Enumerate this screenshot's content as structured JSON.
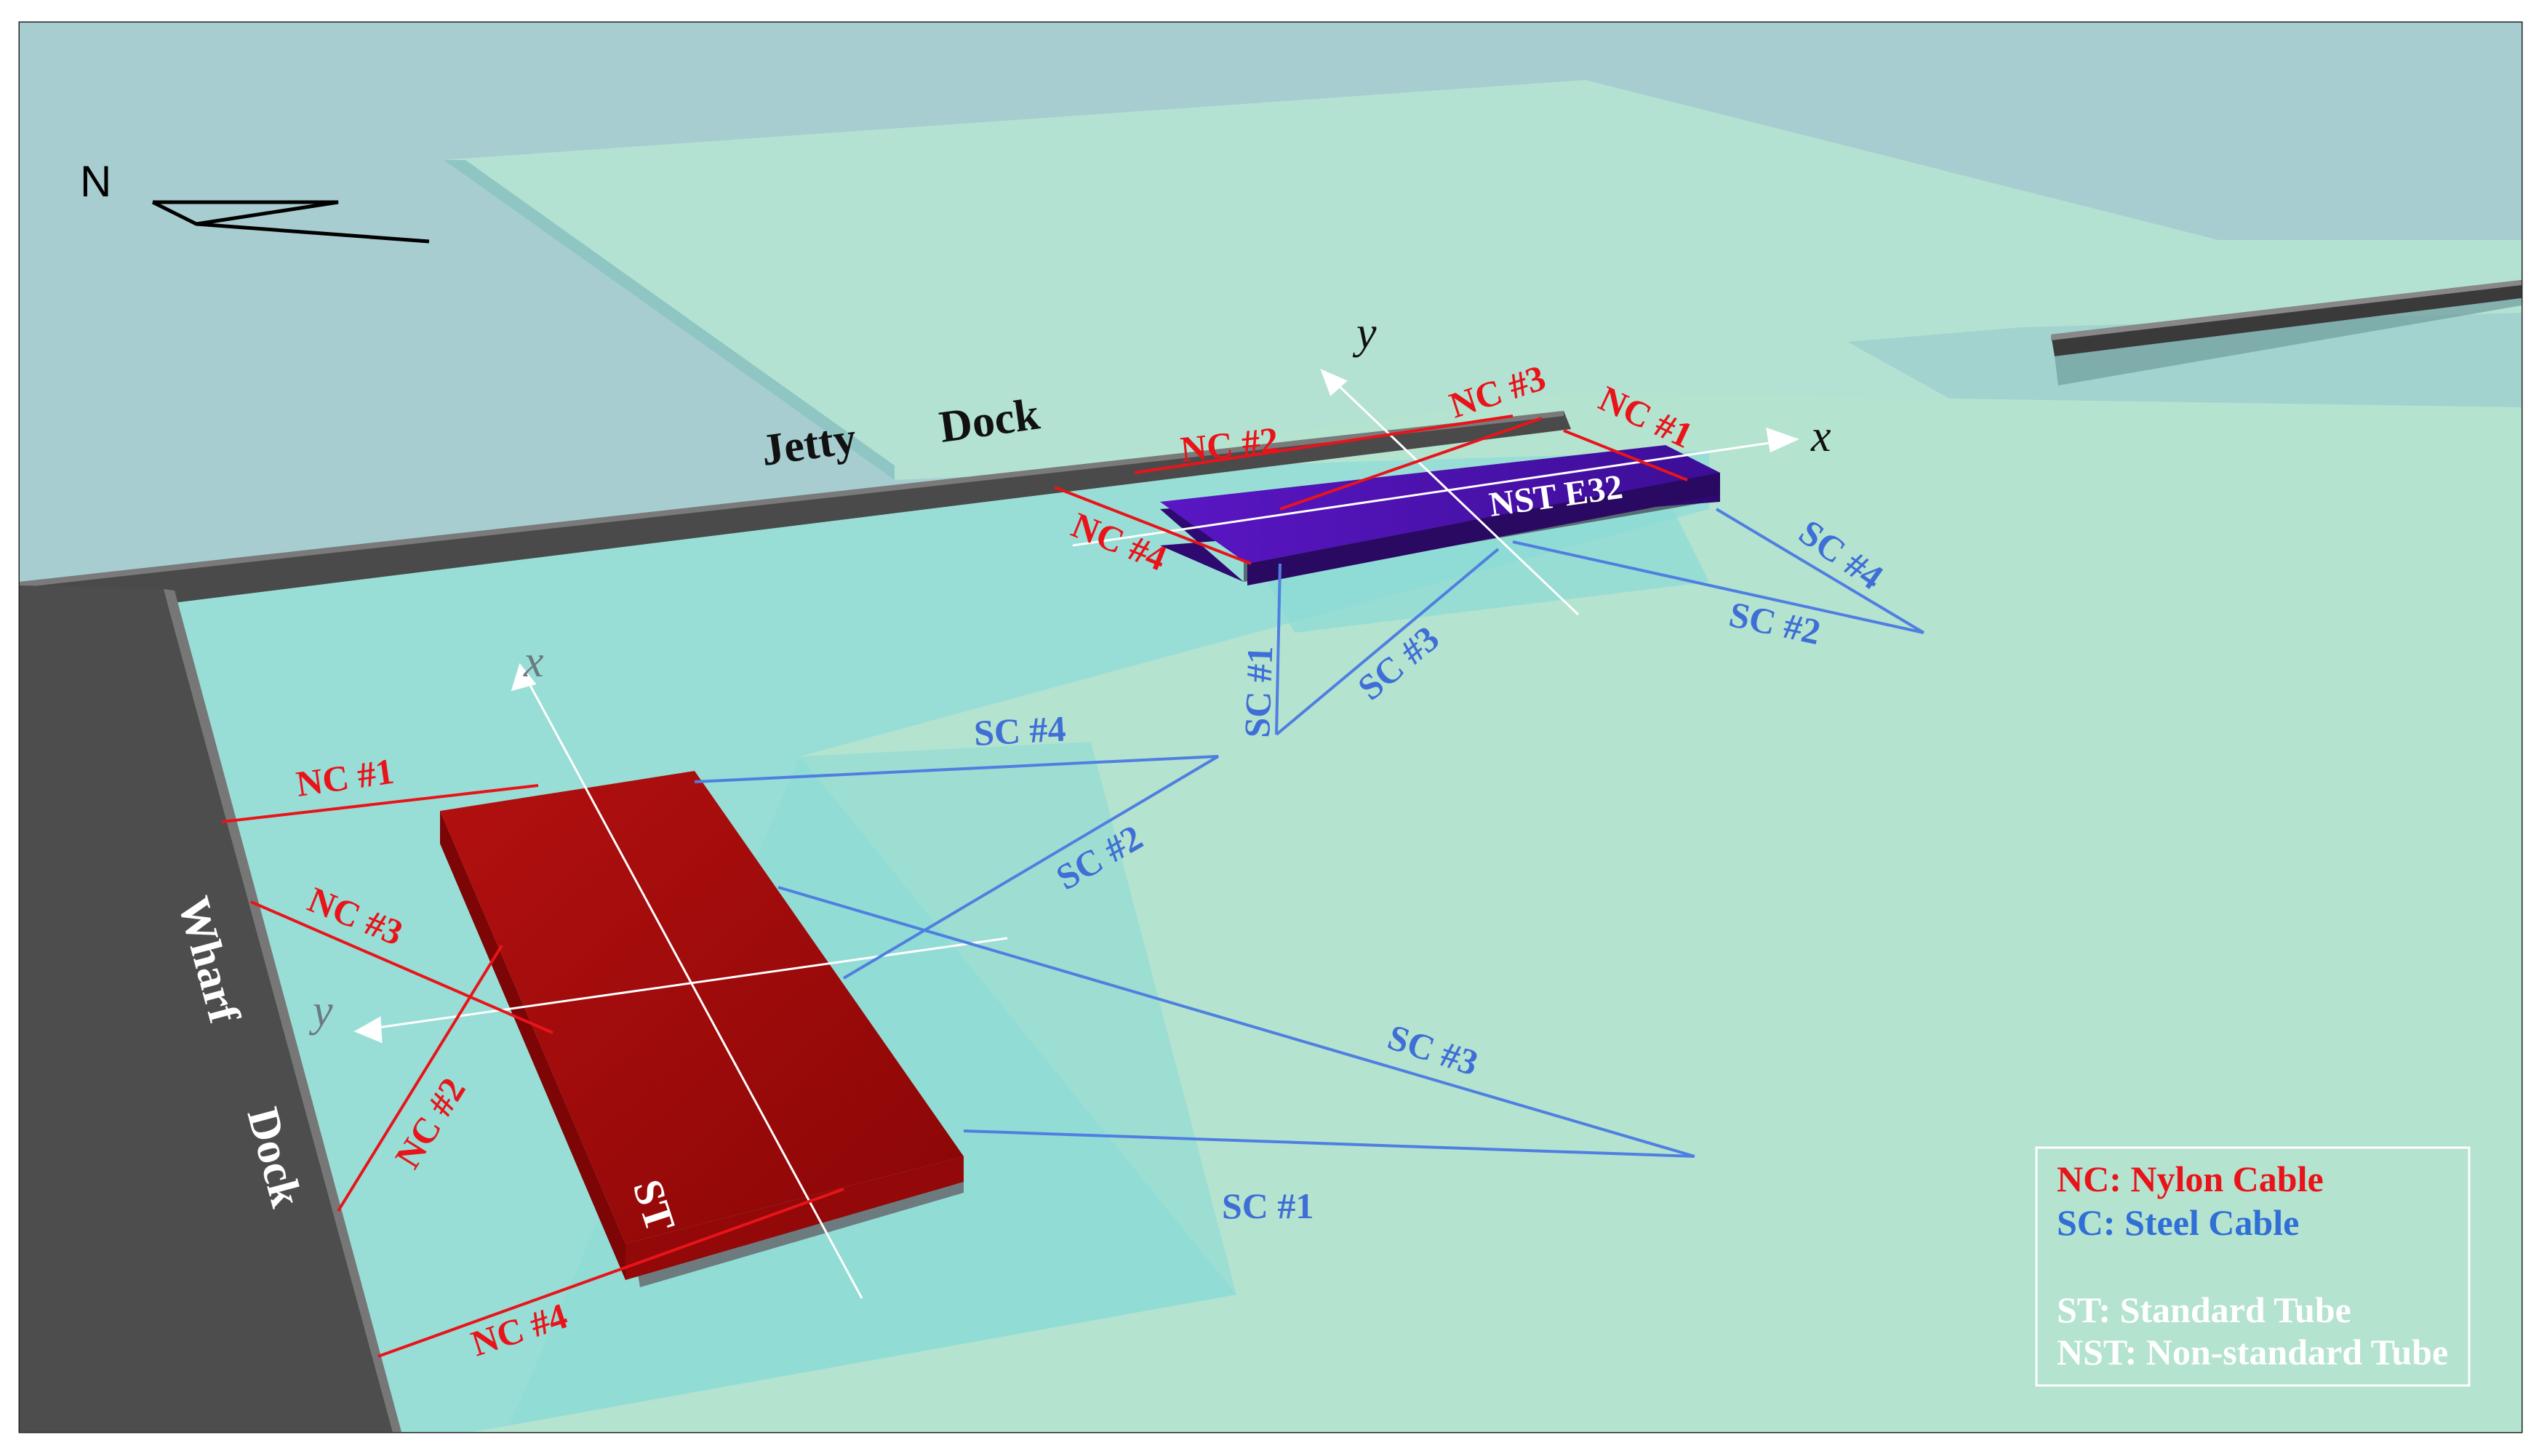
{
  "north": {
    "label": "N"
  },
  "docks": {
    "jetty_a": "Jetty",
    "jetty_b": "Dock",
    "wharf_a": "Wharf",
    "wharf_b": "Dock"
  },
  "tubes": {
    "standard": {
      "label": "ST",
      "color": "#a60d0d"
    },
    "non_standard": {
      "label": "NST E32",
      "color": "#4b12a8"
    }
  },
  "axes": {
    "nst_x": "x",
    "nst_y": "y",
    "st_x": "x",
    "st_y": "y"
  },
  "nylon_cables": {
    "color": "#e8141a",
    "nst": [
      "NC #1",
      "NC #2",
      "NC #3",
      "NC #4"
    ],
    "st": [
      "NC #1",
      "NC #2",
      "NC #3",
      "NC #4"
    ]
  },
  "steel_cables": {
    "color": "#3f6fd6",
    "nst": [
      "SC #1",
      "SC #2",
      "SC #3",
      "SC #4"
    ],
    "st": [
      "SC #1",
      "SC #2",
      "SC #3",
      "SC #4"
    ]
  },
  "legend": {
    "nc": "NC: Nylon Cable",
    "sc": "SC: Steel Cable",
    "st": "ST: Standard Tube",
    "nst": "NST: Non-standard Tube"
  }
}
